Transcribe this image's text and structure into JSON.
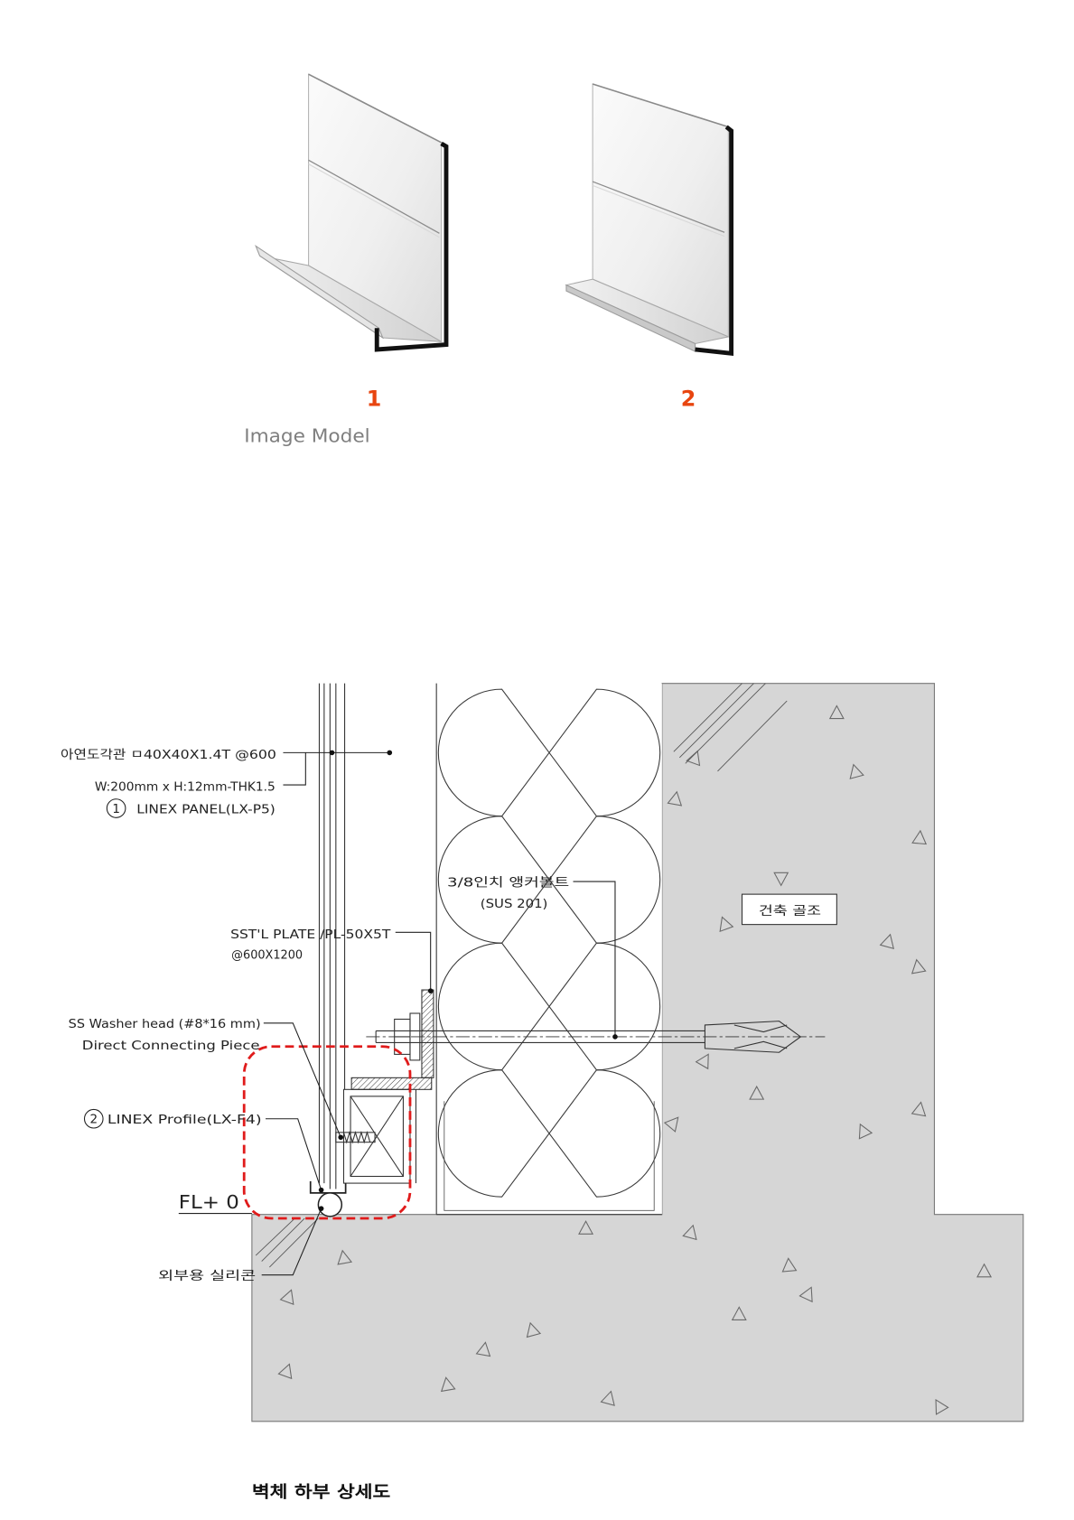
{
  "models": {
    "items": [
      {
        "number": "1"
      },
      {
        "number": "2"
      }
    ],
    "caption": "Image Model"
  },
  "detail": {
    "tube_spec": "아연도각관 ㅁ40X40X1.4T @600",
    "panel_size": "W:200mm x H:12mm-THK1.5",
    "panel": {
      "number": "1",
      "name": "LINEX PANEL(LX-P5)"
    },
    "anchor": {
      "name": "3/8인치 앵커볼트",
      "spec": "(SUS 201)"
    },
    "plate": {
      "name": "SST'L PLATE /PL-50X5T",
      "spacing": "@600X1200"
    },
    "screw": {
      "name": "SS Washer head (#8*16 mm)",
      "note": "Direct Connecting Piece"
    },
    "profile": {
      "number": "2",
      "name": "LINEX Profile(LX-F4)"
    },
    "floor_level": "FL+ 0",
    "sealant": "외부용 실리콘",
    "structure": "건축 골조"
  },
  "title": "벽체 하부 상세도",
  "colors": {
    "model_number": "#e8450f",
    "highlight": "#e01b1b",
    "concrete": "#d6d6d6",
    "caption": "#7f7f7f"
  }
}
